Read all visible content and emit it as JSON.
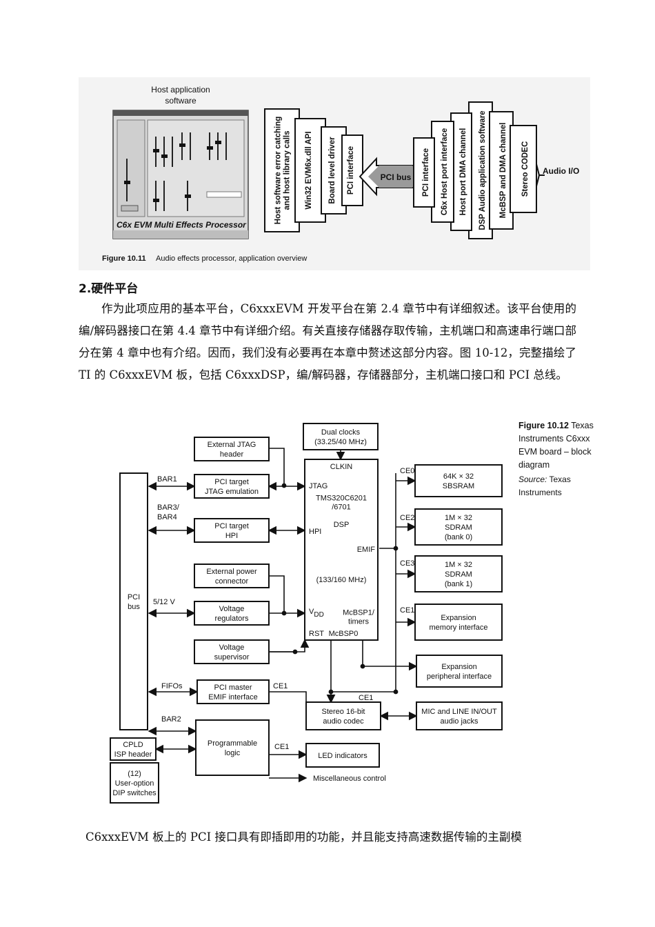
{
  "fig1": {
    "host_label": "Host application\nsoftware",
    "screenshot_title": "C6x EVM Multi Effects Processor",
    "host_stack": [
      "Host software error catching\nand host library calls",
      "Win32 EVM6x.dll API",
      "Board level driver",
      "PCI interface"
    ],
    "bus_label": "PCI bus",
    "dsp_stack": [
      "PCI interface",
      "C6x Host port interface",
      "Host port DMA channel",
      "DSP Audio application software",
      "McBSP and DMA channel",
      "Stereo CODEC"
    ],
    "audio_io": "Audio I/O",
    "caption_num": "Figure 10.11",
    "caption_text": "Audio effects processor, application overview"
  },
  "section": {
    "heading": "2.硬件平台",
    "paragraph": "作为此项应用的基本平台，C6xxxEVM 开发平台在第 2.4 章节中有详细叙述。该平台使用的编/解码器接口在第 4.4 章节中有详细介绍。有关直接存储器存取传输，主机端口和高速串行端口部分在第 4 章中也有介绍。因而，我们没有必要再在本章中赘述这部分内容。图 10-12，完整描绘了 TI 的 C6xxxEVM 板，包括 C6xxxDSP，编/解码器，存储器部分，主机端口接口和 PCI 总线。"
  },
  "fig2": {
    "caption_num": "Figure 10.12",
    "caption_text": "Texas Instruments C6xxx EVM board – block diagram",
    "source_label": "Source:",
    "source_text": "Texas Instruments",
    "blocks": {
      "dual_clocks": "Dual clocks\n(33.25/40 MHz)",
      "ext_jtag": "External JTAG\nheader",
      "pci_jtag": "PCI target\nJTAG emulation",
      "pci_hpi": "PCI target\nHPI",
      "ext_power": "External power\nconnector",
      "vreg": "Voltage\nregulators",
      "vsup": "Voltage\nsupervisor",
      "pci_master": "PCI master\nEMIF interface",
      "prog_logic": "Programmable\nlogic",
      "cpld": "CPLD\nISP header",
      "dip": "(12)\nUser-option\nDIP switches",
      "pci_bus": "PCI\nbus",
      "sbsram": "64K × 32\nSBSRAM",
      "sdram0": "1M × 32\nSDRAM\n(bank 0)",
      "sdram1": "1M × 32\nSDRAM\n(bank 1)",
      "exp_mem": "Expansion\nmemory interface",
      "exp_per": "Expansion\nperipheral interface",
      "codec": "Stereo 16-bit\naudio codec",
      "jacks": "MIC and LINE IN/OUT\naudio jacks",
      "led": "LED indicators"
    },
    "dsp": {
      "clkin": "CLKIN",
      "jtag": "JTAG",
      "name": "TMS320C6201\n/6701",
      "dsp": "DSP",
      "hpi": "HPI",
      "emif": "EMIF",
      "freq": "(133/160 MHz)",
      "vdd": "V",
      "vdd_sub": "DD",
      "mcbsp1": "McBSP1/\ntimers",
      "rst": "RST",
      "mcbsp0": "McBSP0"
    },
    "labels": {
      "bar1": "BAR1",
      "bar34": "BAR3/\nBAR4",
      "v512": "5/12 V",
      "fifos": "FIFOs",
      "bar2": "BAR2",
      "ce0": "CE0",
      "ce2": "CE2",
      "ce3": "CE3",
      "ce1a": "CE1",
      "ce1b": "CE1",
      "ce1c": "CE1",
      "ce1d": "CE1",
      "misc": "Miscellaneous control"
    }
  },
  "footer": {
    "text": "C6xxxEVM 板上的 PCI 接口具有即插即用的功能，并且能支持高速数据传输的主副模"
  }
}
